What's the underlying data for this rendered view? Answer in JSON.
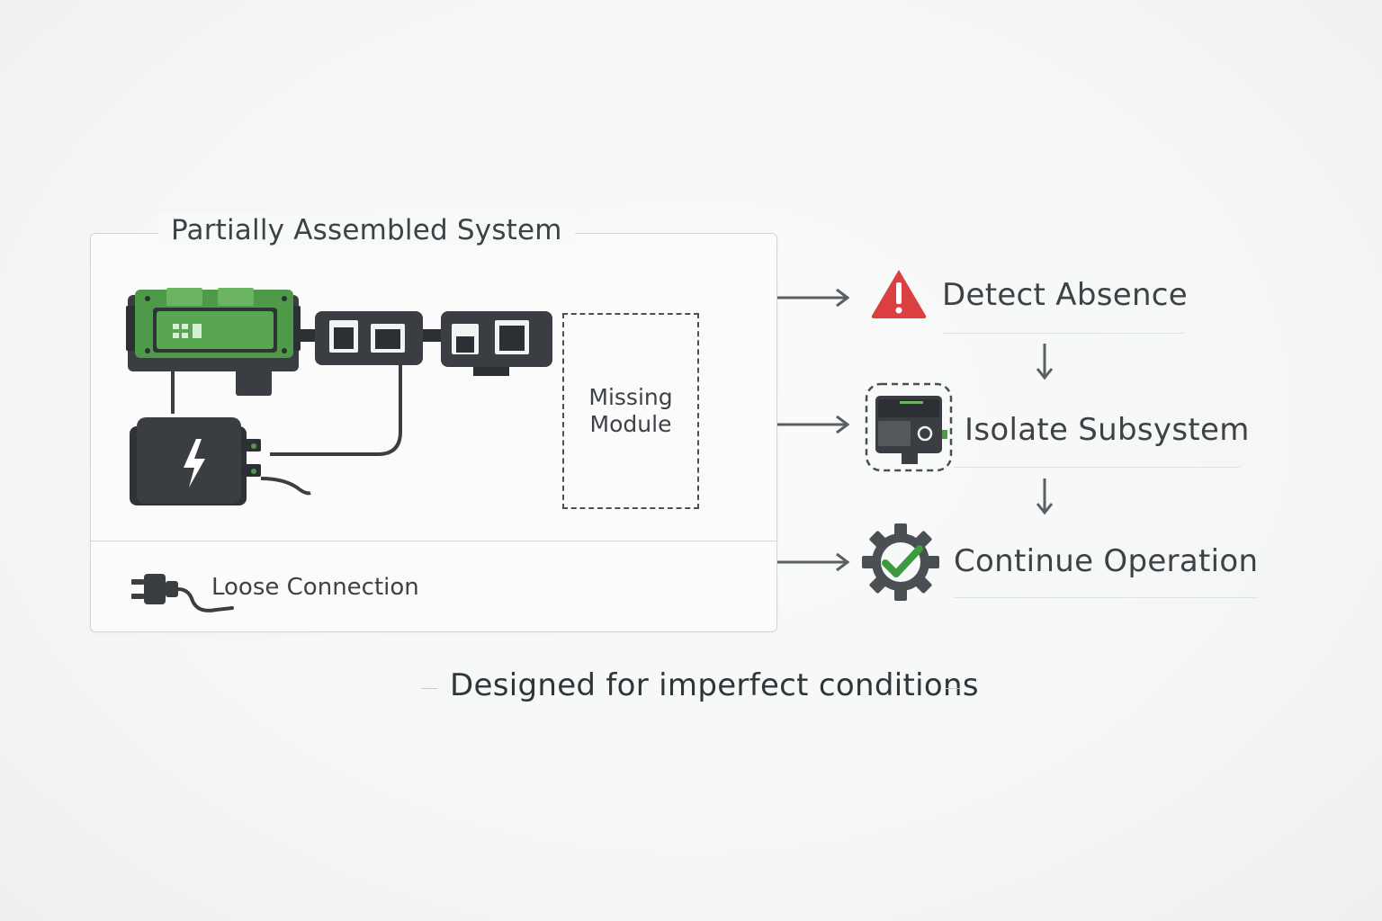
{
  "diagram": {
    "panel_title": "Partially Assembled System",
    "missing_module_label": "Missing\nModule",
    "loose_connection_label": "Loose Connection",
    "steps": [
      {
        "label": "Detect Absence",
        "icon": "warning-triangle-icon",
        "color": "#d9403f"
      },
      {
        "label": "Isolate Subsystem",
        "icon": "isolated-module-icon",
        "color": "#3a3f44"
      },
      {
        "label": "Continue Operation",
        "icon": "gear-checkmark-icon",
        "color": "#3c9a3f"
      }
    ],
    "footer": "Designed for imperfect conditions",
    "colors": {
      "board_green": "#4f9a48",
      "module_dark": "#3a3d41",
      "alert_red": "#d9403f",
      "check_green": "#3c9a3f"
    }
  }
}
